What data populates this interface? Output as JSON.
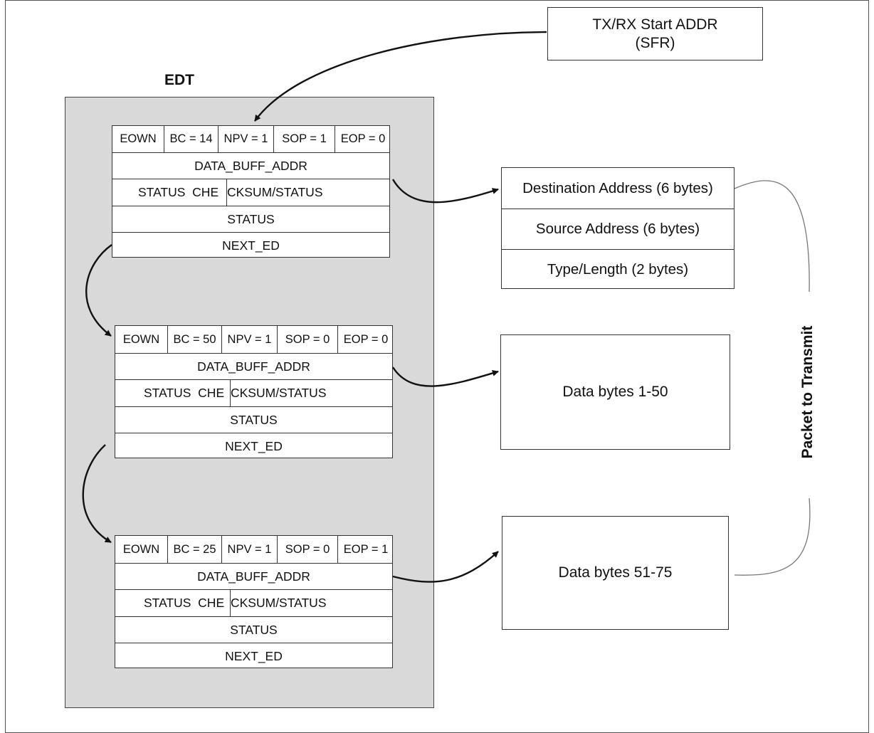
{
  "start_addr": {
    "line1": "TX/RX Start ADDR",
    "line2": "(SFR)"
  },
  "edt_title": "EDT",
  "descriptors": [
    {
      "fields": [
        "EOWN",
        "BC = 14",
        "NPV = 1",
        "SOP = 1",
        "EOP = 0"
      ],
      "data_buff_addr": "DATA_BUFF_ADDR",
      "status_left": "STATUS",
      "checksum_left": "CHE",
      "checksum_right": "CKSUM/STATUS",
      "status": "STATUS",
      "next_ed": "NEXT_ED"
    },
    {
      "fields": [
        "EOWN",
        "BC = 50",
        "NPV = 1",
        "SOP = 0",
        "EOP = 0"
      ],
      "data_buff_addr": "DATA_BUFF_ADDR",
      "status_left": "STATUS",
      "checksum_left": "CHE",
      "checksum_right": "CKSUM/STATUS",
      "status": "STATUS",
      "next_ed": "NEXT_ED"
    },
    {
      "fields": [
        "EOWN",
        "BC = 25",
        "NPV = 1",
        "SOP = 0",
        "EOP = 1"
      ],
      "data_buff_addr": "DATA_BUFF_ADDR",
      "status_left": "STATUS",
      "checksum_left": "CHE",
      "checksum_right": "CKSUM/STATUS",
      "status": "STATUS",
      "next_ed": "NEXT_ED"
    }
  ],
  "packet_header": [
    "Destination Address (6 bytes)",
    "Source Address (6 bytes)",
    "Type/Length (2 bytes)"
  ],
  "data_blocks": [
    "Data bytes 1-50",
    "Data bytes 51-75"
  ],
  "packet_label": "Packet to Transmit"
}
